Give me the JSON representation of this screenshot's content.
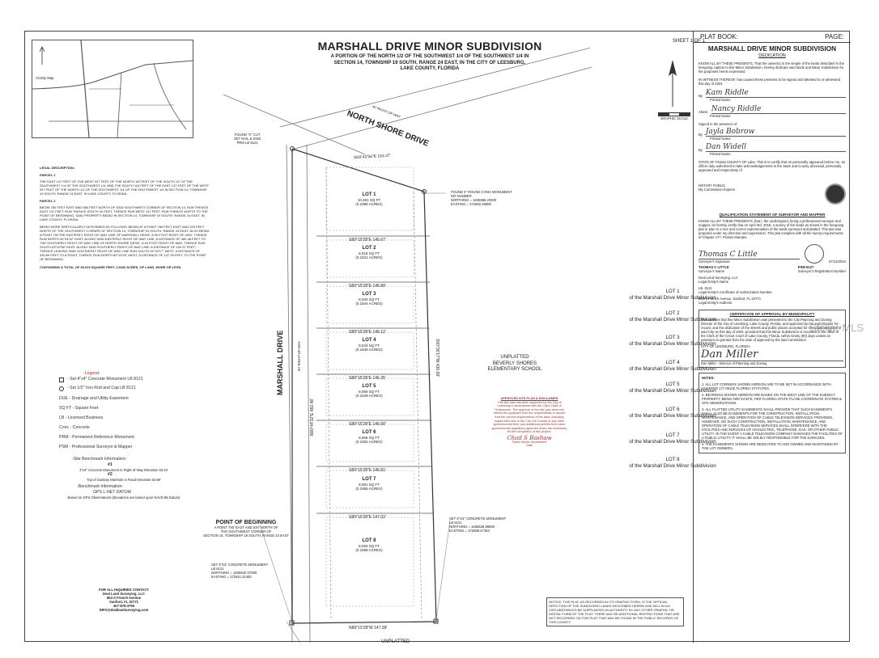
{
  "title": "MARSHALL DRIVE MINOR SUBDIVISION",
  "subtitle": [
    "A PORTION OF THE NORTH 1/2 OF THE SOUTHWEST 1/4 OF THE SOUTHWEST 1/4 IN",
    "SECTION 14, TOWNSHIP 19 SOUTH, RANGE 24 EAST, IN THE CITY OF LEESBURG,",
    "LAKE COUNTY, FLORIDA"
  ],
  "sheet": "SHEET 1 OF 1",
  "plat_book_label": "PLAT BOOK:",
  "page_label": "PAGE:",
  "watermark": "Stellar MLS",
  "vicinity_label": "Vicinity Map",
  "north_shore_drive": "NORTH SHORE DRIVE",
  "right_of_way_40": "40' RIGHT-OF-WAY",
  "marshall_drive": "MARSHALL DRIVE",
  "right_of_way_50": "50' RIGHT-OF-WAY",
  "unplatted_school": [
    "UNPLATTED",
    "BEVERLY SHORES",
    "ELEMENTARY SCHOOL"
  ],
  "unplatted_bottom": "UNPLATTED",
  "point_of_beginning": "POINT OF BEGINNING",
  "pob_desc": [
    "A POINT 780' EAST AND 520' NORTH OF",
    "THE SOUTHWEST CORNER OF",
    "SECTION 14, TOWNSHIP 19 SOUTH, RANGE 24 EAST"
  ],
  "bearing_top": "S69°42'56\"E 154.37'",
  "bearing_bottom": "N89°15'28\"W 147.39'",
  "bearing_left": "N00°44'32\"E 482.48'",
  "bearing_right": "S00°30'17\"W 430.69'",
  "lots": [
    {
      "name": "LOT 1",
      "area": "10,491 SQ FT",
      "acres": "(0.2385 ACRES)",
      "line": "S89°15'28\"E 145.67'"
    },
    {
      "name": "LOT 2",
      "area": "8,018 SQ FT",
      "acres": "(0.1841 ACRES)",
      "line": "S89°15'28\"E 145.89'"
    },
    {
      "name": "LOT 3",
      "area": "8,030 SQ FT",
      "acres": "(0.1844 ACRES)",
      "line": "S89°15'28\"E 146.12'"
    },
    {
      "name": "LOT 4",
      "area": "8,043 SQ FT",
      "acres": "(0.1846 ACRES)",
      "line": "S89°15'28\"E 146.35'"
    },
    {
      "name": "LOT 5",
      "area": "8,056 SQ FT",
      "acres": "(0.1849 ACRES)",
      "line": "S89°15'28\"E 146.58'"
    },
    {
      "name": "LOT 6",
      "area": "8,068 SQ FT",
      "acres": "(0.1852 ACRES)",
      "line": "S89°15'28\"E 146.81'"
    },
    {
      "name": "LOT 7",
      "area": "8,081 SQ FT",
      "acres": "(0.1855 ACRES)",
      "line": "S89°15'28\"E 147.03'"
    },
    {
      "name": "LOT 8",
      "area": "8,093 SQ FT",
      "acres": "(0.1858 ACRES)",
      "line": ""
    }
  ],
  "lot_refs": [
    "LOT 1",
    "LOT 2",
    "LOT 3",
    "LOT 4",
    "LOT 5",
    "LOT 6",
    "LOT 7",
    "LOT 8"
  ],
  "lot_ref_suffix": "of the Marshall Drive Minor Subdivision",
  "legal_heading": "LEGAL DESCRIPTION:",
  "parcel1": "PARCEL 1",
  "parcel1_text": "THE EAST 147 FEET OF THE WEST 927 FEET OF THE NORTH 100 FEET OF THE SOUTH 1/2 OF THE SOUTHWEST 1/4 OF THE SOUTHWEST 1/4, AND THE SOUTH 115 FEET OF THE EAST 147 FEET OF THE WEST 927 FEET OF THE NORTH 1/2 OF THE SOUTHWEST 1/4 OF THE SOUTHWEST 1/4 IN SECTION 14, TOWNSHIP 19 SOUTH, RANGE 24 EAST, IN LAKE COUNTY, FLORIDA.",
  "parcel2": "PARCEL 2",
  "parcel2_text": "BEGIN 780 FEET EAST AND 580 FEET NORTH OF SAID SOUTHWEST CORNER OF SECTION 14, RUN THENCE EAST 147 FEET, RUN THENCE SOUTH 40 FEET, THENCE RUN WEST 147 FEET, RUN THENCE NORTH TO THE POINT OF BEGINNING, SAID PROPERTY BEING IN SECTION 14, TOWNSHIP 19 SOUTH, RANGE 24 EAST, IN LAKE COUNTY, FLORIDA.",
  "more_particular": "BEING MORE PARTICULARLY DESCRIBED AS FOLLOWS: BEGIN AT A POINT 780 FEET EAST AND 520 FEET NORTH OF THE SOUTHWEST CORNER OF SECTION 14, TOWNSHIP 19 SOUTH, RANGE 24 EAST, ALSO BEING A POINT ON THE EASTERLY RIGHT-OF-WAY LINE OF MARSHALL DRIVE, A 50 FOOT RIGHT-OF-WAY; THENCE RUN NORTH 00°44'32\" EAST, ALONG SAID EASTERLY RIGHT-OF-WAY LINE, A DISTANCE OF 482.48 FEET TO THE SOUTHERLY RIGHT-OF-WAY LINE OF NORTH SHORE DRIVE, A 40 FOOT RIGHT-OF-WAY; THENCE RUN SOUTH 69°42'56\" EAST, ALONG SAID SOUTHERLY RIGHT-OF-WAY LINE, A DISTANCE OF 154.37 FEET; THENCE LEAVING SAID SOUTHERLY RIGHT-OF-WAY LINE RUN SOUTH 00°30'17\" WEST, A DISTANCE OF 430.69 FEET TO A POINT; THENCE RUN NORTH 89°15'28\" WEST, A DISTANCE OF 147.39 FEET TO THE POINT OF BEGINNING.",
  "containing": "CONTAINING A TOTAL OF 66,619 SQUARE FEET, 1.5340 ACRES, OF LAND, MORE OR LESS.",
  "legend_title": "-Legend-",
  "legend": [
    "- Set 4\"x4\" Concrete Monument LB 8121",
    "- Set 1/2\" Iron Rod and Cap LB 8121",
    "DUE - Drainage and Utility Easement",
    "SQ FT - Square Feet",
    "LB - Licensed Business",
    "Conc - Concrete",
    "PRM - Permanent Reference Monument",
    "PSM - Professional Surveyor & Mapper"
  ],
  "benchmark_title": "-Site Benchmark Information-",
  "benchmark1": "#1",
  "benchmark1_text": "4\"x4\" Concrete Monument in Right-of-Way Elevation 63.34'",
  "benchmark2": "#2",
  "benchmark2_text": "Top of Sanitary Manhole in Road Elevation 63.96'",
  "bm_title": "-Benchmark Information-",
  "bm_text": "GPS L-NET DATUM",
  "bm_sub": "Based on GPS Observations (Elevations are based upon NAVD 88 Datum)",
  "inquiries": [
    "FOR ALL INQUIRIES CONTACT",
    "Deal Land Surveying, LLC",
    "804 S French Avenue",
    "Sanford, FL 32771",
    "407-878-3795",
    "INFO@deallandsurveying.com"
  ],
  "approved_title": "APPROVED SITE PLAN & DISCLAIMER",
  "approved_text": "This site plan has been approved by the City of Leesburg in accordance with the City's Code of Ordinances. The approval of the site plan does not relieve the applicant from the responsibility to assure that the current requirements of the laws, including impact fees due to the City, the County or any other governmental fees, and additional permits from other governmental regulatory agencies which are necessary for the completion of this project.",
  "approved_by": "Public Works Department",
  "approved_date": "Date",
  "notice": "NOTICE: THIS PLAT, AS RECORDED IN ITS GRAPHIC FORM, IS THE OFFICIAL DEPICTION OF THE SUBDIVIDED LANDS DESCRIBED HEREIN AND WILL IN NO CIRCUMSTANCES BE SUPPLANTED IN AUTHORITY BY ANY OTHER GRAPHIC OR DIGITAL FORM OF THE PLAT. THERE MAY BE ADDITIONAL RESTRICTIONS THAT ARE NOT RECORDED ON THIS PLAT THAT MAY BE FOUND IN THE PUBLIC RECORDS OF THIS COUNTY.",
  "found_cut": [
    "FOUND \"X\" CUT",
    "SET NAIL & DISK",
    "PRM LB 8121"
  ],
  "found_round": [
    "FOUND 4\" ROUND CONC MONUMENT",
    "NO NUMBER",
    "NORTHING = 1635988.20400",
    "EASTING = 372862.29980"
  ],
  "set_conc_right": [
    "SET 4\"X4\" CONCRETE MONUMENT",
    "LB 8121",
    "NORTHING = 1635536.96800",
    "EASTING = 372859.47384"
  ],
  "set_conc_left": [
    "SET 4\"X4\" CONCRETE MONUMENT",
    "LB 8121",
    "NORTHING = 1635540.27080",
    "EASTING = 372811.22400"
  ],
  "graphic_scale": "GRAPHIC SCALE",
  "right_panel": {
    "heading": "MARSHALL DRIVE MINOR SUBDIVISION",
    "dedication": "DEDICATION",
    "dedication_text": "KNOW ALL BY THESE PRESENTS, That the owner(s) in fee simple of the lands described in the foregoing caption to this Minor Subdivision, hereby dedicate said lands and Minor Subdivision for the purposes herein expressed.",
    "witness": "IN WITNESS THEREOF, has caused these presents to be signed and attested to or witnessed this day of 2024",
    "printed_name": "Printed Name",
    "attest": "Attest:",
    "signed": "Signed in the presence of",
    "by": "By",
    "state_text": "STATE OF Florida COUNTY OF Lake. This is to certify that on personally appeared before me, an officer duly authorized to take acknowledgements in the State and County aforesaid, personally appeared and respectively of",
    "notary": "NOTARY PUBLIC",
    "commission": "My Commission Expires",
    "surveyor_title": "QUALIFICATION STATEMENT OF SURVEYOR AND MAPPER",
    "surveyor_text": "KNOW ALL BY THESE PRESENTS, that I, the undersigned, being a professional surveyor and mapper, do hereby certify that on April 3rd, 2019, a survey of the lands as shown in the foregoing plat or plan is a true and correct representation of the lands surveyed and platted. This plat was prepared under my direction and supervision. This plat complies with all the survey requirements of Chapter 177, Florida Statutes.",
    "surveyor_sig": "Surveyor's Signature",
    "surveyor_name": "THOMAS C LITTLE",
    "surveyor_num": "PSM 6127",
    "surveyor_name_label": "Surveyor's Name",
    "reg_label": "Surveyor's Registration Number",
    "date_sig": "07/14/2024",
    "entity": "Deal Land Surveying, LLC",
    "entity_label": "Legal Entity's Name",
    "lb": "LB. 8121",
    "lb_label": "Legal Entity's Certificate of Authorization Number",
    "address": "804 S French Avenue, Sanford, FL 32771",
    "address_label": "Legal Entity's Address",
    "cert_title": "CERTIFICATE OF APPROVAL BY MUNICIPALITY",
    "cert_text": "This certifies that this Minor Subdivision was presented to the City Planning and Zoning Director of the City of Leesburg, Lake County, Florida, and approved by the said Director for record, and the dedication of the streets and public places accepted for municipal purposes of said City on this day of 2024, provided that this Minor Subdivision is recorded in the office of the Clerk of the Circuit Court of Lake County, Florida, within ninety (90) days unless an extension is granted from the date of approval by the said commission.",
    "city": "CITY OF LEESBURG, FLORIDA",
    "director": "Dan Miller - Director of Planning and Zoning",
    "notes_title": "NOTES:",
    "notes": [
      "1.  ALL LOT CORNERS SHOWN HEREON ARE TO BE SET IN ACCORDANCE WITH CHAPTER 177.091(9) FLORIDA STATUTES.",
      "2.  BEARINGS SHOWN HEREON ARE BASED ON THE WEST LINE OF THE SUBJECT PROPERTY, BEING N00°44'32\"E, PER FLORIDA STATE PLANE COORDINATE SYSTEM & GPS OBSERVATIONS.",
      "3.  ALL PLATTED UTILITY EASEMENTS SHALL PROVIDE THAT SUCH EASEMENTS SHALL ALSO BE EASEMENTS FOR THE CONSTRUCTION, INSTALLATION, MAINTENANCE, AND OPERATION OF CABLE TELEVISION SERVICES; PROVIDED, HOWEVER, NO SUCH CONSTRUCTION, INSTALLATION, MAINTENANCE, AND OPERATION OF CABLE TELEVISION SERVICES SHALL INTERFERE WITH THE FACILITIES AND SERVICES OF AN ELECTRIC, TELEPHONE, GAS, OR OTHER PUBLIC UTILITY. IN THE EVENT A CABLE TELEVISION COMPANY DAMAGES THE FACILITIES OF A PUBLIC UTILITY, IT SHALL BE SOLELY RESPONSIBLE FOR THE DAMAGES.",
      "4.  THE EASEMENTS SHOWN ARE DEDICATED TO AND OWNED AND MAINTAINED BY THE LOT OWNERS."
    ]
  },
  "colors": {
    "ink": "#222222",
    "red": "#a33333",
    "line": "#666666"
  }
}
